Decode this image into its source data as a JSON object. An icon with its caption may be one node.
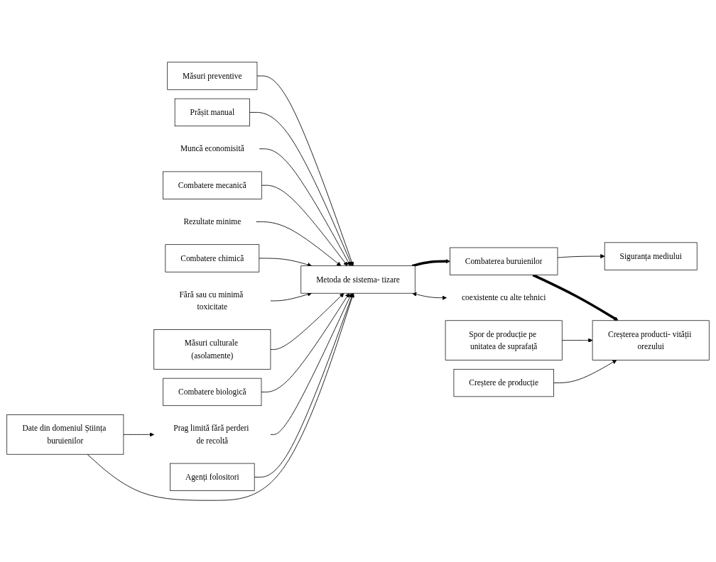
{
  "diagram": {
    "nodes": [
      {
        "text": [
          "Măsuri preventive"
        ]
      },
      {
        "text": [
          "Prășit manual"
        ]
      },
      {
        "text": [
          "Muncă economisită"
        ]
      },
      {
        "text": [
          "Combatere mecanică"
        ]
      },
      {
        "text": [
          "Rezultate minime"
        ]
      },
      {
        "text": [
          "Combatere chimică"
        ]
      },
      {
        "text": [
          "Fără sau cu minimă toxicitate"
        ]
      },
      {
        "text": [
          "Măsuri culturale (asolamente)"
        ]
      },
      {
        "text": [
          "coexistente cu alte tehnici"
        ]
      },
      {
        "text": [
          "Combatere biologică"
        ]
      },
      {
        "text": [
          "Metoda de sistema- tizare"
        ]
      },
      {
        "text": [
          "Combaterea buruienilor"
        ]
      },
      {
        "text": [
          "Siguranța mediului"
        ]
      },
      {
        "text": [
          "Spor de producție pe unitatea de suprafață"
        ]
      },
      {
        "text": [
          "Creșterea producti- vității orezului"
        ]
      },
      {
        "text": [
          "Prag limită fără perderi de recoltă"
        ]
      },
      {
        "text": [
          "Date din domeniul Știința buruienilor"
        ]
      },
      {
        "text": [
          "Creștere de producție"
        ]
      },
      {
        "text": [
          "Agenți folositori"
        ]
      }
    ],
    "edges": [
      {
        "from": 0,
        "to": 10,
        "arrow": "to"
      },
      {
        "from": 1,
        "to": 10,
        "arrow": "to"
      },
      {
        "from": 2,
        "to": 10,
        "arrow": "to"
      },
      {
        "from": 3,
        "to": 10,
        "arrow": "to"
      },
      {
        "from": 4,
        "to": 10,
        "arrow": "to"
      },
      {
        "from": 5,
        "to": 10,
        "arrow": "to"
      },
      {
        "from": 6,
        "to": 10,
        "arrow": "to"
      },
      {
        "from": 7,
        "to": 10,
        "arrow": "to"
      },
      {
        "from": 9,
        "to": 10,
        "arrow": "to"
      },
      {
        "from": 10,
        "to": 8,
        "arrow": "both"
      },
      {
        "from": 18,
        "to": 10,
        "arrow": "to"
      },
      {
        "from": 16,
        "to": 10,
        "arrow": "to"
      },
      {
        "from": 16,
        "to": 15,
        "arrow": "to"
      },
      {
        "from": 15,
        "to": 10,
        "arrow": "to"
      },
      {
        "from": 10,
        "to": 11,
        "arrow": "to",
        "style": "thick"
      },
      {
        "from": 11,
        "to": 14,
        "arrow": "to",
        "style": "thick"
      },
      {
        "from": 11,
        "to": 12,
        "arrow": "to"
      },
      {
        "from": 13,
        "to": 14,
        "arrow": "to"
      },
      {
        "from": 17,
        "to": 14,
        "arrow": "to"
      }
    ]
  }
}
